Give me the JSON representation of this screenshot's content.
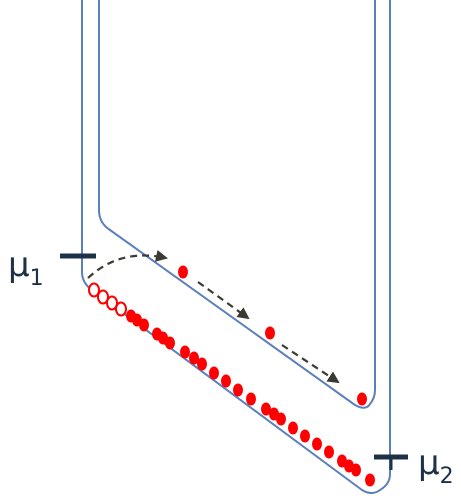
{
  "labels": {
    "mu1_symbol": "μ",
    "mu1_subscript": "1",
    "mu2_symbol": "μ",
    "mu2_subscript": "2"
  },
  "colors": {
    "wall": "#5b7fbd",
    "marker": "#1f3147",
    "particle": "#ff0000",
    "trajectory": "#3a3a33"
  },
  "particles": {
    "inner_channel_solid_count": 3,
    "outer_channel_open_count": 4,
    "outer_channel_solid_count": 24
  },
  "icons": {
    "trajectory_arrowhead": "arrowhead-icon"
  }
}
